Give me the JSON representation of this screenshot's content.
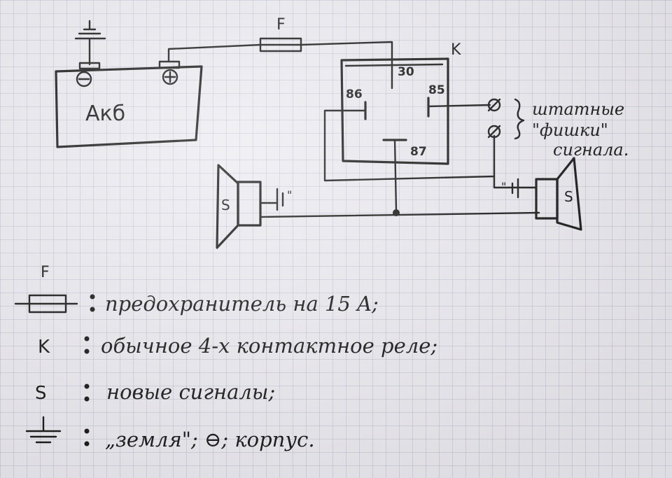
{
  "diagram": {
    "battery": {
      "label": "Акб",
      "minus": "−",
      "plus": "+"
    },
    "fuse": {
      "label": "F"
    },
    "relay": {
      "label": "K",
      "pins": {
        "p30": "30",
        "p86": "86",
        "p85": "85",
        "p87": "87"
      }
    },
    "horn_left": {
      "label": "S",
      "mark": "\""
    },
    "horn_right": {
      "label": "S",
      "mark": "\""
    },
    "stock_connectors_note": [
      "штатные",
      "\"фишки\"",
      "сигнала."
    ]
  },
  "legend": [
    {
      "symbol": "F",
      "text": "предохранитель на 15 A;"
    },
    {
      "symbol": "K",
      "text": "обычное 4-х контактное реле;"
    },
    {
      "symbol": "S",
      "text": "новые сигналы;"
    },
    {
      "symbol": "ground",
      "text": "„земля\"; ⊖; корпус."
    }
  ]
}
